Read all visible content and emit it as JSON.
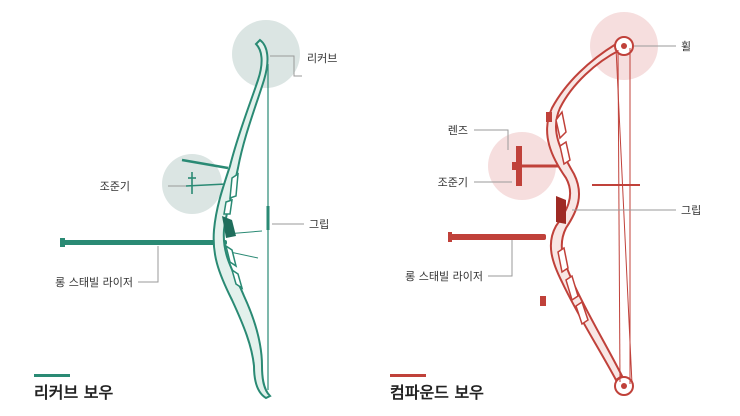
{
  "colors": {
    "recurve": "#2a8a74",
    "recurve_fill": "#e3f1ec",
    "recurve_dark": "#1f6e5c",
    "compound": "#c0413a",
    "compound_fill": "#f8e6e4",
    "compound_dark": "#9e2a24",
    "highlight_recurve": "#dbe5e3",
    "highlight_compound": "#f6dede",
    "leader": "#9a9a9a",
    "text": "#333333"
  },
  "recurve": {
    "caption": "리커브 보우",
    "labels": {
      "limb": "리커브",
      "sight": "조준기",
      "grip": "그립",
      "stabilizer": "롱 스태빌 라이저"
    }
  },
  "compound": {
    "caption": "컴파운드 보우",
    "labels": {
      "wheel": "휠",
      "lens": "렌즈",
      "sight": "조준기",
      "grip": "그립",
      "stabilizer": "롱 스태빌 라이저"
    }
  }
}
